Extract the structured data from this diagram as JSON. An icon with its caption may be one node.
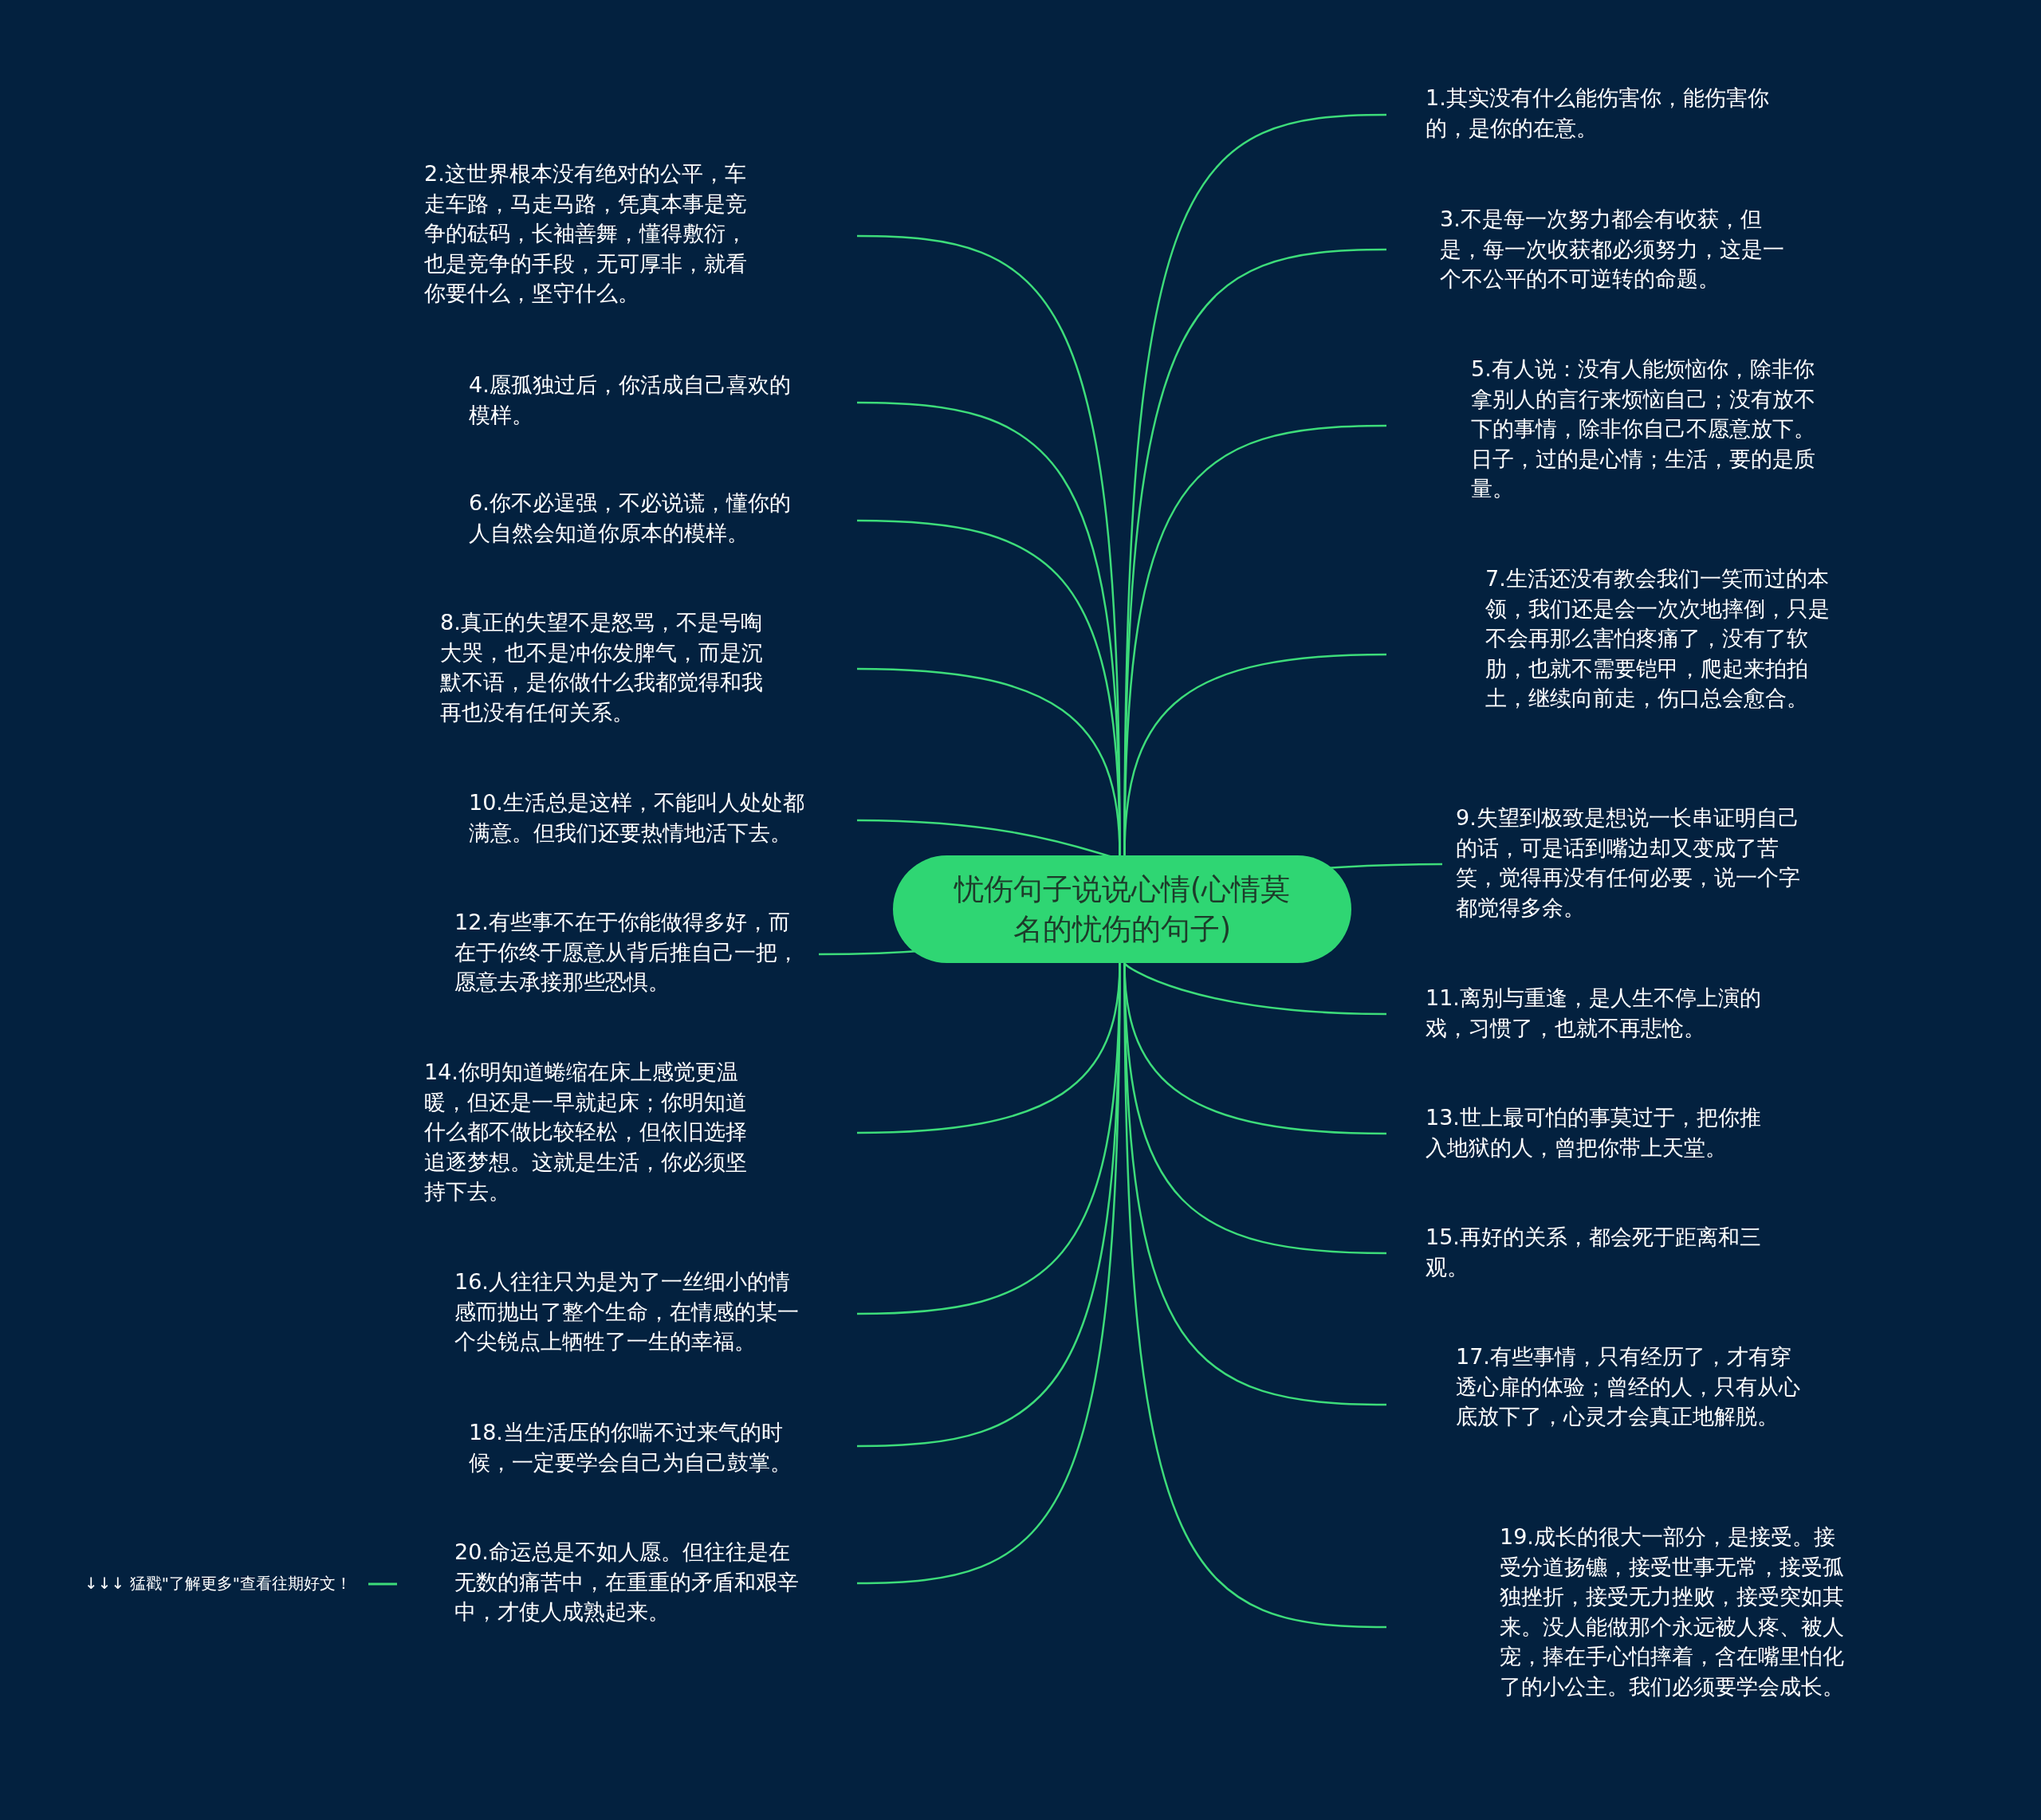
{
  "diagram": {
    "nodes": [
      {
        "text": [
          "忧伤句子说说心情(心情莫名的忧伤的句子)"
        ]
      },
      {
        "text": [
          "1.其实没有什么能伤害你，能伤害你的，是你的在意。"
        ]
      },
      {
        "text": [
          "2.这世界根本没有绝对的公平，车走车路，马走马路，凭真本事是竞争的砝码，长袖善舞，懂得敷衍，也是竞争的手段，无可厚非，就看你要什么，坚守什么。"
        ]
      },
      {
        "text": [
          "3.不是每一次努力都会有收获，但是，每一次收获都必须努力，这是一个不公平的不可逆转的命题。"
        ]
      },
      {
        "text": [
          "4.愿孤独过后，你活成自己喜欢的模样。"
        ]
      },
      {
        "text": [
          "5.有人说：没有人能烦恼你，除非你拿别人的言行来烦恼自己；没有放不下的事情，除非你自己不愿意放下。日子，过的是心情；生活，要的是质量。"
        ]
      },
      {
        "text": [
          "6.你不必逞强，不必说谎，懂你的人自然会知道你原本的模样。"
        ]
      },
      {
        "text": [
          "7.生活还没有教会我们一笑而过的本领，我们还是会一次次地摔倒，只是不会再那么害怕疼痛了，没有了软肋，也就不需要铠甲，爬起来拍拍土，继续向前走，伤口总会愈合。"
        ]
      },
      {
        "text": [
          "8.真正的失望不是怒骂，不是号啕大哭，也不是冲你发脾气，而是沉默不语，是你做什么我都觉得和我再也没有任何关系。"
        ]
      },
      {
        "text": [
          "9.失望到极致是想说一长串证明自己的话，可是话到嘴边却又变成了苦笑，觉得再没有任何必要，说一个字都觉得多余。"
        ]
      },
      {
        "text": [
          "10.生活总是这样，不能叫人处处都满意。但我们还要热情地活下去。"
        ]
      },
      {
        "text": [
          "11.离别与重逢，是人生不停上演的戏，习惯了，也就不再悲怆。"
        ]
      },
      {
        "text": [
          "12.有些事不在于你能做得多好，而在于你终于愿意从背后推自己一把，愿意去承接那些恐惧。"
        ]
      },
      {
        "text": [
          "13.世上最可怕的事莫过于，把你推入地狱的人，曾把你带上天堂。"
        ]
      },
      {
        "text": [
          "14.你明知道蜷缩在床上感觉更温暖，但还是一早就起床；你明知道什么都不做比较轻松，但依旧选择追逐梦想。这就是生活，你必须坚持下去。"
        ]
      },
      {
        "text": [
          "15.再好的关系，都会死于距离和三观。"
        ]
      },
      {
        "text": [
          "16.人往往只为是为了一丝细小的情感而抛出了整个生命，在情感的某一个尖锐点上牺牲了一生的幸福。"
        ]
      },
      {
        "text": [
          "17.有些事情，只有经历了，才有穿透心扉的体验；曾经的人，只有从心底放下了，心灵才会真正地解脱。"
        ]
      },
      {
        "text": [
          "18.当生活压的你喘不过来气的时候，一定要学会自己为自己鼓掌。"
        ]
      },
      {
        "text": [
          "19.成长的很大一部分，是接受。接受分道扬镳，接受世事无常，接受孤独挫折，接受无力挫败，接受突如其来。没人能做那个永远被人疼、被人宠，捧在手心怕摔着，含在嘴里怕化了的小公主。我们必须要学会成长。"
        ]
      },
      {
        "text": [
          "20.命运总是不如人愿。但往往是在无数的痛苦中，在重重的矛盾和艰辛中，才使人成熟起来。"
        ]
      }
    ],
    "edges": [
      {
        "from": 0,
        "to": 1,
        "arrow": "none"
      },
      {
        "from": 0,
        "to": 2,
        "arrow": "none"
      },
      {
        "from": 0,
        "to": 3,
        "arrow": "none"
      },
      {
        "from": 0,
        "to": 4,
        "arrow": "none"
      },
      {
        "from": 0,
        "to": 5,
        "arrow": "none"
      },
      {
        "from": 0,
        "to": 6,
        "arrow": "none"
      },
      {
        "from": 0,
        "to": 7,
        "arrow": "none"
      },
      {
        "from": 0,
        "to": 8,
        "arrow": "none"
      },
      {
        "from": 0,
        "to": 9,
        "arrow": "none"
      },
      {
        "from": 0,
        "to": 10,
        "arrow": "none"
      },
      {
        "from": 0,
        "to": 11,
        "arrow": "none"
      },
      {
        "from": 0,
        "to": 12,
        "arrow": "none"
      },
      {
        "from": 0,
        "to": 13,
        "arrow": "none"
      },
      {
        "from": 0,
        "to": 14,
        "arrow": "none"
      },
      {
        "from": 0,
        "to": 15,
        "arrow": "none"
      },
      {
        "from": 0,
        "to": 16,
        "arrow": "none"
      },
      {
        "from": 0,
        "to": 17,
        "arrow": "none"
      },
      {
        "from": 0,
        "to": 18,
        "arrow": "none"
      },
      {
        "from": 0,
        "to": 19,
        "arrow": "none"
      },
      {
        "from": 0,
        "to": 20,
        "arrow": "none"
      }
    ],
    "labels": [
      "↓↓↓ 猛戳\"了解更多\"查看往期好文！"
    ]
  }
}
